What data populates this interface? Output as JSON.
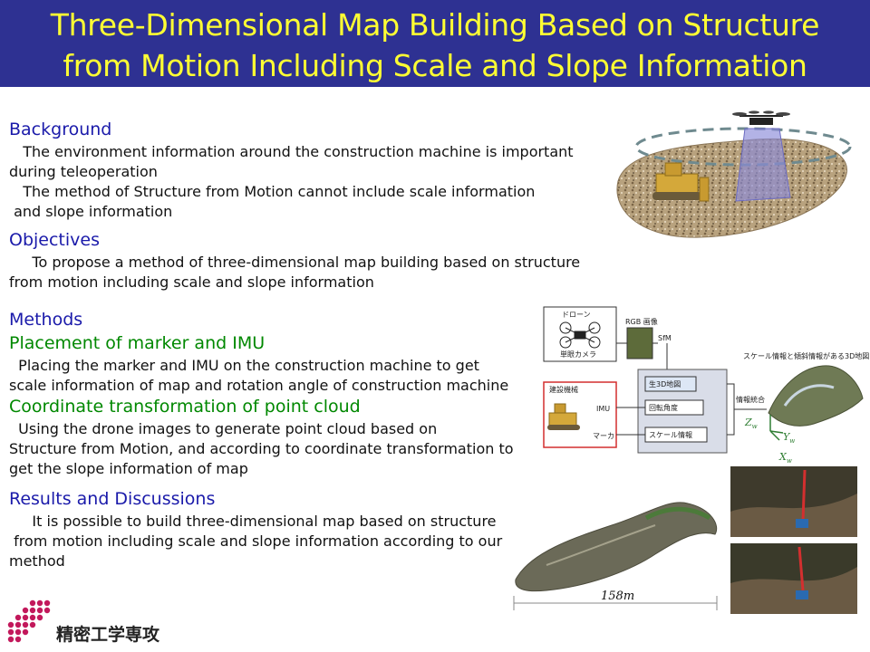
{
  "title": {
    "line1": "Three-Dimensional Map Building Based on Structure",
    "line2": "from Motion Including Scale and Slope Information"
  },
  "background": {
    "heading": "Background",
    "lines": [
      "   The environment information around the construction machine is important",
      "during teleoperation",
      "   The method of Structure from Motion cannot include scale information",
      " and slope information"
    ]
  },
  "objectives": {
    "heading": "Objectives",
    "lines": [
      "     To propose a method of three-dimensional map building based on structure",
      "from motion including scale and slope information"
    ]
  },
  "methods": {
    "heading": "Methods",
    "sub1": {
      "heading": "Placement of marker and IMU",
      "lines": [
        "  Placing the marker and IMU on the construction machine to get",
        "scale information of map and rotation angle of construction machine"
      ]
    },
    "sub2": {
      "heading": "Coordinate transformation of point cloud",
      "lines": [
        "  Using the drone images to generate point cloud based on",
        "Structure from Motion, and according to coordinate transformation to",
        "get the slope information of map"
      ]
    }
  },
  "results": {
    "heading": "Results and Discussions",
    "lines": [
      "     It is possible to build three-dimensional map based on structure",
      " from motion including scale and slope information according to our",
      "method"
    ]
  },
  "diagram": {
    "drone_label": "ドローン",
    "camera_label": "単眼カメラ",
    "rgb_label": "RGB 画像",
    "sfm_label": "SfM",
    "machine_label": "建設機械",
    "imu_label": "IMU",
    "marker_label": "マーカ",
    "raw_map_label": "生3D地図",
    "rotation_label": "回転角度",
    "scale_label": "スケール情報",
    "integration_label": "情報統合",
    "output_label": "スケール情報と傾斜情報がある3D地図",
    "axis_z": "Z",
    "axis_y": "Y",
    "axis_x": "X",
    "axis_sub": "w"
  },
  "result_figure": {
    "scale_label": "158m"
  },
  "logo": {
    "text": "精密工学専攻"
  },
  "colors": {
    "title_bg": "#2e3192",
    "title_text": "#ffff33",
    "heading": "#1a1aaa",
    "subheading": "#008800",
    "accent_red": "#d32f2f",
    "logo_pink": "#c2185b"
  }
}
